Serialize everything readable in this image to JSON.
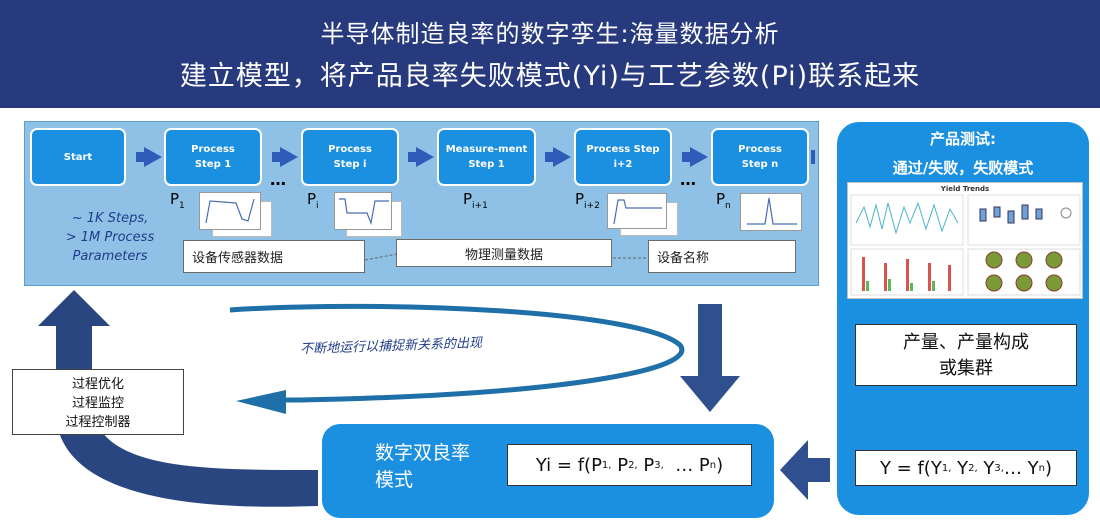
{
  "header": {
    "title_line1": "半导体制造良率的数字孪生:海量数据分析",
    "title_line2": "建立模型，将产品良率失败模式(Yi)与工艺参数(Pi)联系起来"
  },
  "process": {
    "steps": [
      {
        "label": "Start"
      },
      {
        "label_l1": "Process",
        "label_l2": "Step 1"
      },
      {
        "label_l1": "Process",
        "label_l2": "Step i"
      },
      {
        "label_l1": "Measure-ment",
        "label_l2": "Step 1"
      },
      {
        "label": "Process Step i+2"
      },
      {
        "label_l1": "Process",
        "label_l2": "Step n"
      }
    ],
    "ellipsis": "…",
    "params": [
      {
        "base": "P",
        "sub": "1"
      },
      {
        "base": "P",
        "sub": "i"
      },
      {
        "base": "P",
        "sub": "i+1"
      },
      {
        "base": "P",
        "sub": "i+2"
      },
      {
        "base": "P",
        "sub": "n"
      }
    ],
    "note_line1": "~ 1K Steps,",
    "note_line2": "> 1M Process",
    "note_line3": "Parameters",
    "data_boxes": {
      "equipment_sensor": "设备传感器数据",
      "physical_measure": "物理测量数据",
      "equipment_name": "设备名称"
    }
  },
  "product_test": {
    "title": "产品测试:",
    "subtitle": "通过/失败，失败模式",
    "chart_title": "Yield Trends",
    "yield_group_l1": "产量、产量构成",
    "yield_group_l2": "或集群",
    "formula": {
      "lhs": "Y = f(",
      "terms": [
        "Y",
        "Y",
        "Y"
      ],
      "subs": [
        "1,",
        "2,",
        "3,"
      ],
      "ellipsis": "… Y",
      "last_sub": "n",
      "close": " )"
    }
  },
  "twin": {
    "label_l1": "数字双良率",
    "label_l2": "模式",
    "formula": {
      "lhs": "Yi = f(P",
      "subs": [
        "1,",
        "2,",
        "3,"
      ],
      "mid": [
        "P",
        "P"
      ],
      "ellipsis": "  … P",
      "last_sub": "n",
      "close": ")"
    }
  },
  "control": {
    "l1": "过程优化",
    "l2": "过程监控",
    "l3": "过程控制器"
  },
  "loop_text": "不断地运行以捕捉新关系的出现",
  "colors": {
    "banner": "#273a7e",
    "accent": "#1b8fe0",
    "arrow": "#2f4f8f",
    "panel": "#8fc0e6"
  }
}
